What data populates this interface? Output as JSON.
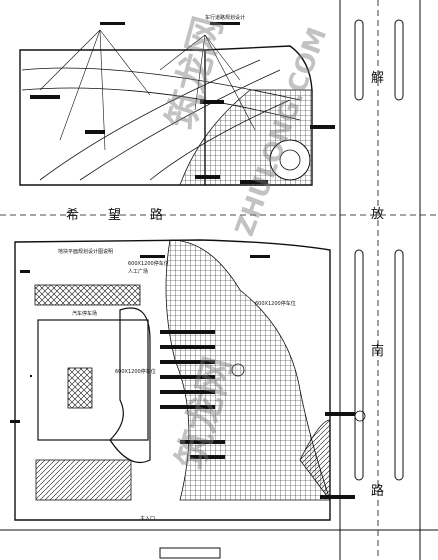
{
  "roads": {
    "xi_wang_lu": [
      "希",
      "望",
      "路"
    ],
    "jie_fang_nan_lu": [
      "解",
      "放",
      "南",
      "路"
    ]
  },
  "labels": {
    "parking_top_right": "600X1200停车位",
    "parking_note": "汽车停车场",
    "entrance_bottom": "主入口",
    "sample_top": "车行道路规划设计",
    "sample_left": "地块平面规划设计图说明",
    "sample_mid": "600X1200停车位",
    "sample_mid2": "人工广场",
    "sample_center": "600X1200停车位"
  },
  "watermark": {
    "cn": "筑龙网",
    "en": "ZHULONG.COM"
  },
  "colors": {
    "line": "#111111",
    "hatch": "#222222",
    "background": "#ffffff"
  }
}
